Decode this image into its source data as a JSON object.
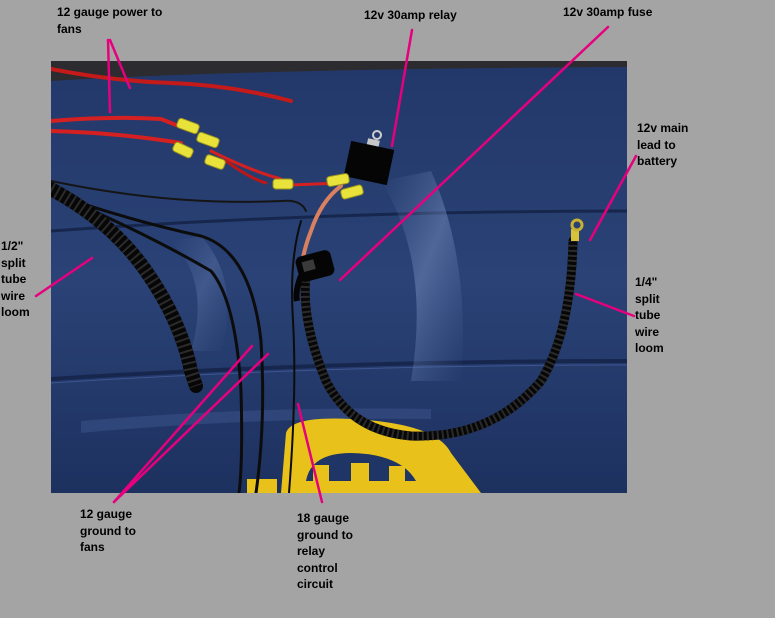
{
  "colors": {
    "background": "#a4a4a4",
    "annotation_line": "#e6007e",
    "label_text": "#000000",
    "seat_blue": "#1f3566",
    "wire_red": "#d41e1e",
    "wire_black": "#111111",
    "connector_yellow": "#e8e23a",
    "logo_yellow": "#e8c21a"
  },
  "labels": {
    "power_to_fans": "12 gauge power to\nfans",
    "relay": "12v 30amp relay",
    "fuse": "12v 30amp fuse",
    "main_lead": "12v main\nlead to\nbattery",
    "loom_half": "1/2\"\nsplit\ntube\nwire\nloom",
    "loom_quarter": "1/4\"\nsplit\ntube\nwire\nloom",
    "ground_to_fans": "12 gauge\nground to\nfans",
    "ground_to_relay": "18 gauge\nground to\nrelay\ncontrol\ncircuit"
  },
  "photo": {
    "subject": "wiring harness with relay and fuse on blue seat cover",
    "icons": [
      "relay-icon",
      "inline-fuse-icon",
      "ring-terminal-icon",
      "logo-graphic"
    ]
  }
}
